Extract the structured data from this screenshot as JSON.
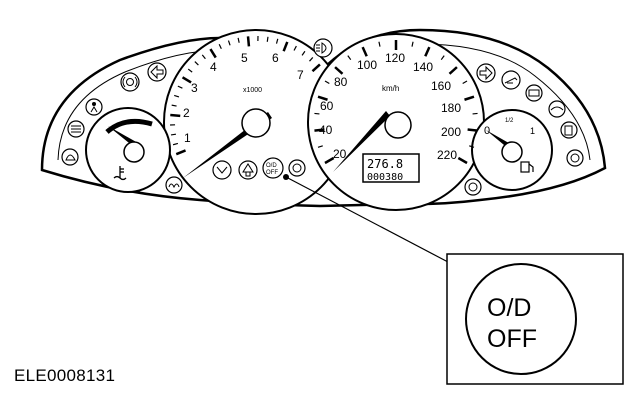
{
  "tachometer": {
    "ticks": [
      "1",
      "2",
      "3",
      "4",
      "5",
      "6",
      "7"
    ],
    "unit": "x1000"
  },
  "speedometer": {
    "ticks": [
      "20",
      "40",
      "60",
      "80",
      "100",
      "120",
      "140",
      "160",
      "180",
      "200",
      "220"
    ],
    "unit": "km/h"
  },
  "odometer": {
    "trip": "276.8",
    "total": "000380"
  },
  "fuel_gauge": {
    "ticks": [
      "0",
      "1/2",
      "1"
    ]
  },
  "od_off_indicator": {
    "small_line1": "O/D",
    "small_line2": "OFF",
    "line1": "O/D",
    "line2": "OFF"
  },
  "caption": "ELE0008131",
  "icons": [
    "fog-light-icon",
    "door-ajar-icon",
    "left-turn-icon",
    "airbag-icon",
    "brake-wear-icon",
    "battery-icon",
    "coolant-temp-icon",
    "glow-plug-icon",
    "engine-icon",
    "shift-up-icon",
    "high-beam-icon",
    "right-turn-icon",
    "abs-icon",
    "oil-pressure-icon",
    "fuel-door-icon",
    "fuel-pump-icon",
    "brake-warning-icon"
  ]
}
